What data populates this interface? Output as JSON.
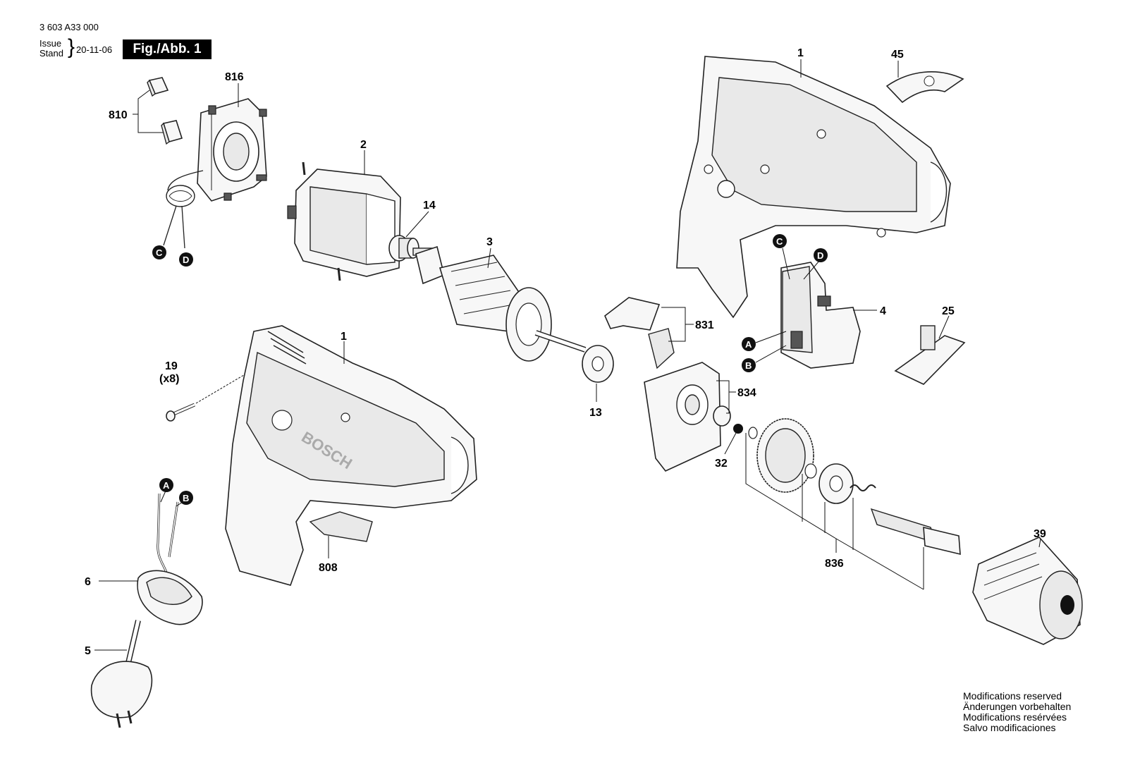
{
  "header": {
    "part_number": "3 603 A33 000",
    "issue_label": "Issue",
    "stand_label": "Stand",
    "date": "20-11-06",
    "figure_label": "Fig./Abb. 1"
  },
  "callouts": {
    "c816": "816",
    "c810": "810",
    "c2": "2",
    "c14": "14",
    "c3": "3",
    "c1_top": "1",
    "c45": "45",
    "c4": "4",
    "c25": "25",
    "c831": "831",
    "c834": "834",
    "c32": "32",
    "c13": "13",
    "c19": "19",
    "c19_qty": "(x8)",
    "c1_mid": "1",
    "c808": "808",
    "c6": "6",
    "c5": "5",
    "c836": "836",
    "c39": "39"
  },
  "connectors": {
    "C": "C",
    "D": "D",
    "A": "A",
    "B": "B"
  },
  "footer": {
    "en": "Modifications reserved",
    "de": "Änderungen vorbehalten",
    "fr": "Modifications resérvées",
    "es": "Salvo modificaciones"
  },
  "brand_text": "BOSCH"
}
